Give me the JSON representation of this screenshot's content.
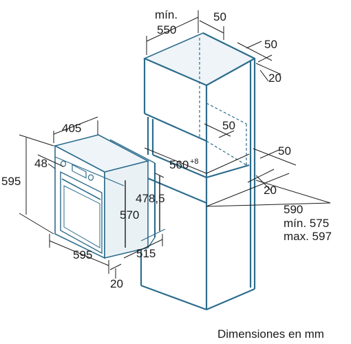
{
  "caption": "Dimensiones en mm",
  "dimensions": {
    "min": "mín.",
    "d550": "550",
    "d50_top": "50",
    "d50_right": "50",
    "d20_top": "20",
    "d50_mid": "50",
    "d560": "560",
    "d560_tol": "+8",
    "d50_low": "50",
    "d20_low": "20",
    "d590": "590",
    "d575": "mín. 575",
    "d597": "max. 597",
    "d405": "405",
    "d48": "48",
    "d595_h": "595",
    "d570": "570",
    "d478": "478,5",
    "d595_w": "595",
    "d515": "515",
    "d20_bottom": "20"
  }
}
